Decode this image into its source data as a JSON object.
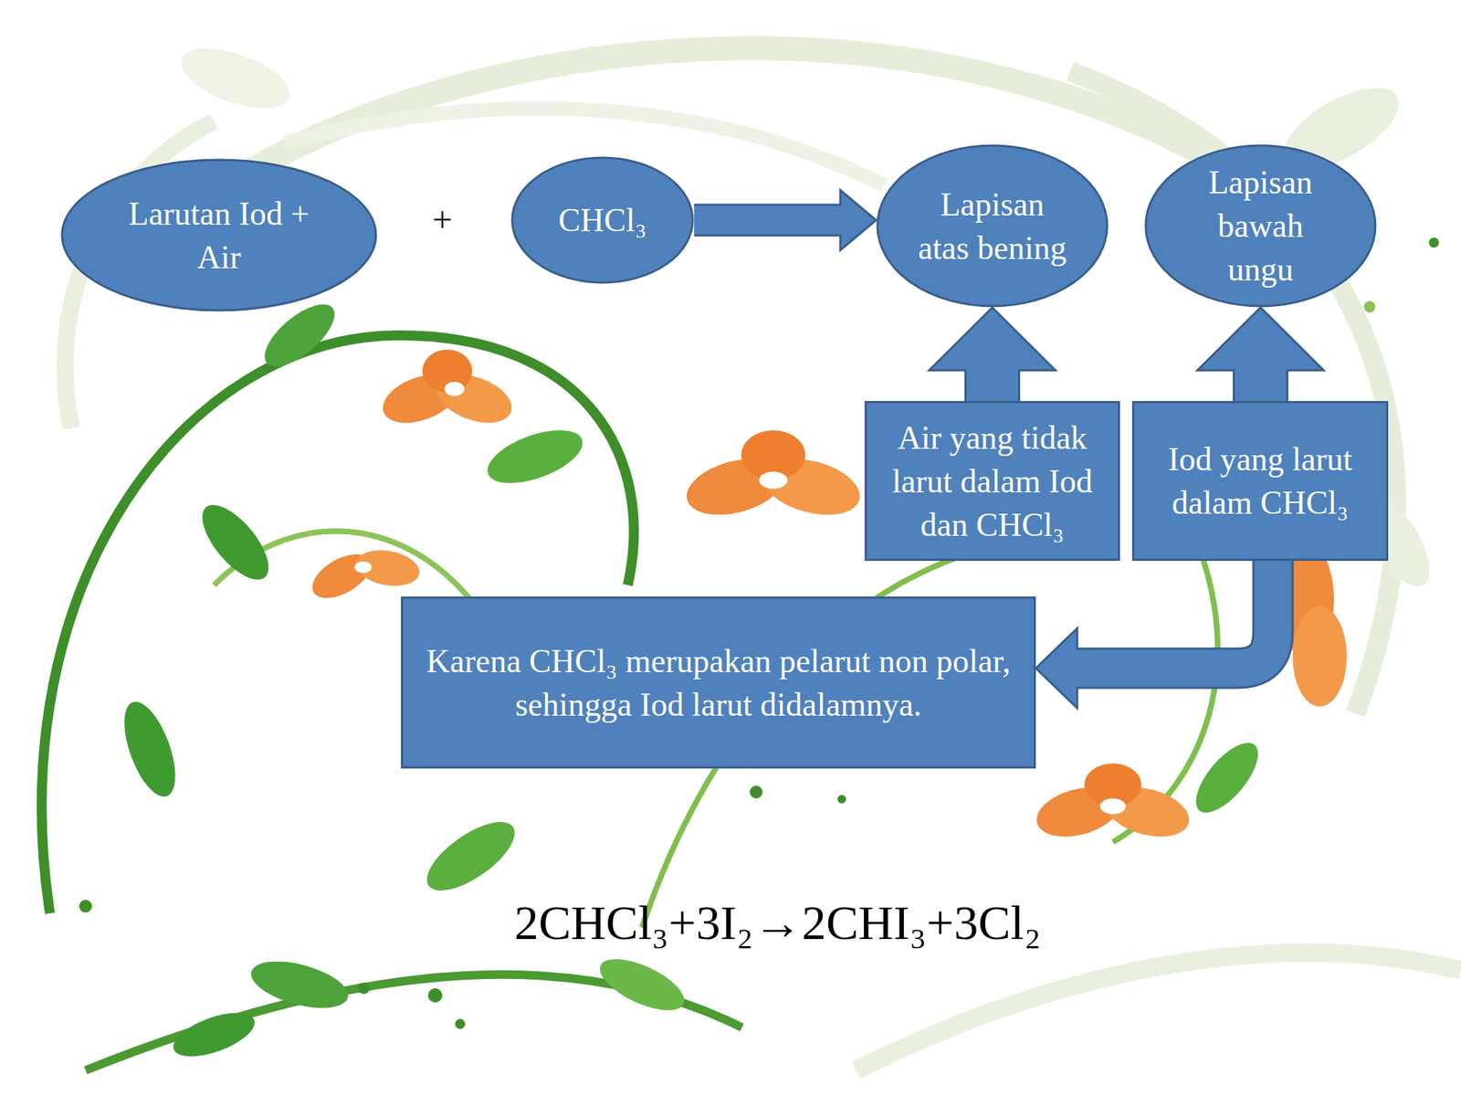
{
  "diagram": {
    "nodes": [
      {
        "text": [
          "Larutan Iod + Air"
        ]
      },
      {
        "text": [
          "CHCl₃"
        ]
      },
      {
        "text": [
          "Lapisan atas bening"
        ]
      },
      {
        "text": [
          "Lapisan bawah ungu"
        ]
      },
      {
        "text": [
          "Air yang tidak larut dalam Iod dan CHCl₃"
        ]
      },
      {
        "text": [
          "Iod yang larut dalam CHCl₃"
        ]
      },
      {
        "text": [
          "Karena CHCl₃ merupakan pelarut non polar, sehingga Iod larut didalamnya."
        ]
      }
    ],
    "edges": [
      {
        "from": 1,
        "to": 2,
        "arrow": "to"
      },
      {
        "from": 4,
        "to": 2,
        "arrow": "to"
      },
      {
        "from": 5,
        "to": 3,
        "arrow": "to"
      },
      {
        "from": 5,
        "to": 6,
        "arrow": "to"
      }
    ],
    "labels": [
      "+",
      "2CHCl₃+3I₂→2CHI₃+3Cl₂"
    ]
  }
}
